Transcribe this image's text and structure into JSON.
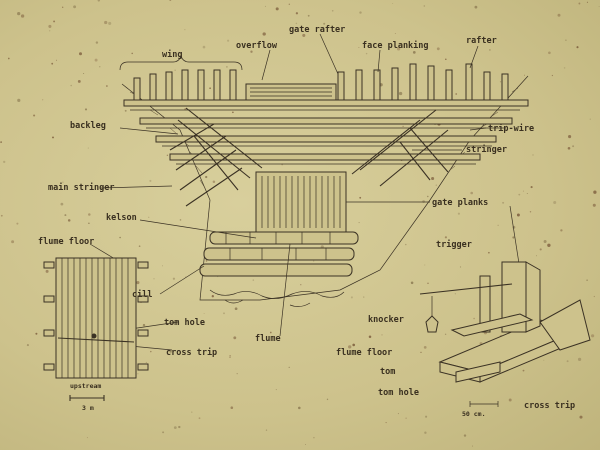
{
  "colors": {
    "background": "#cdc28c",
    "ink": "#3b3224"
  },
  "labels": {
    "gate_rafter": "gate rafter",
    "wing": "wing",
    "overflow": "overflow",
    "face_planking": "face planking",
    "rafter": "rafter",
    "backleg": "backleg",
    "trip_wire": "trip-wire",
    "stringer": "stringer",
    "main_stringer": "main stringer",
    "gate_planks": "gate planks",
    "kelson": "kelson",
    "flume_floor_left": "flume floor",
    "cill": "cill",
    "tom_hole_left": "tom hole",
    "cross_trip_left": "cross trip",
    "flume": "flume",
    "upstream": "upstream",
    "scale_left": "3 m",
    "trigger": "trigger",
    "knocker": "knocker",
    "flume_floor_right": "flume floor",
    "tom": "tom",
    "tom_hole_right": "tom hole",
    "scale_right": "50 cm.",
    "cross_trip_right": "cross trip"
  }
}
